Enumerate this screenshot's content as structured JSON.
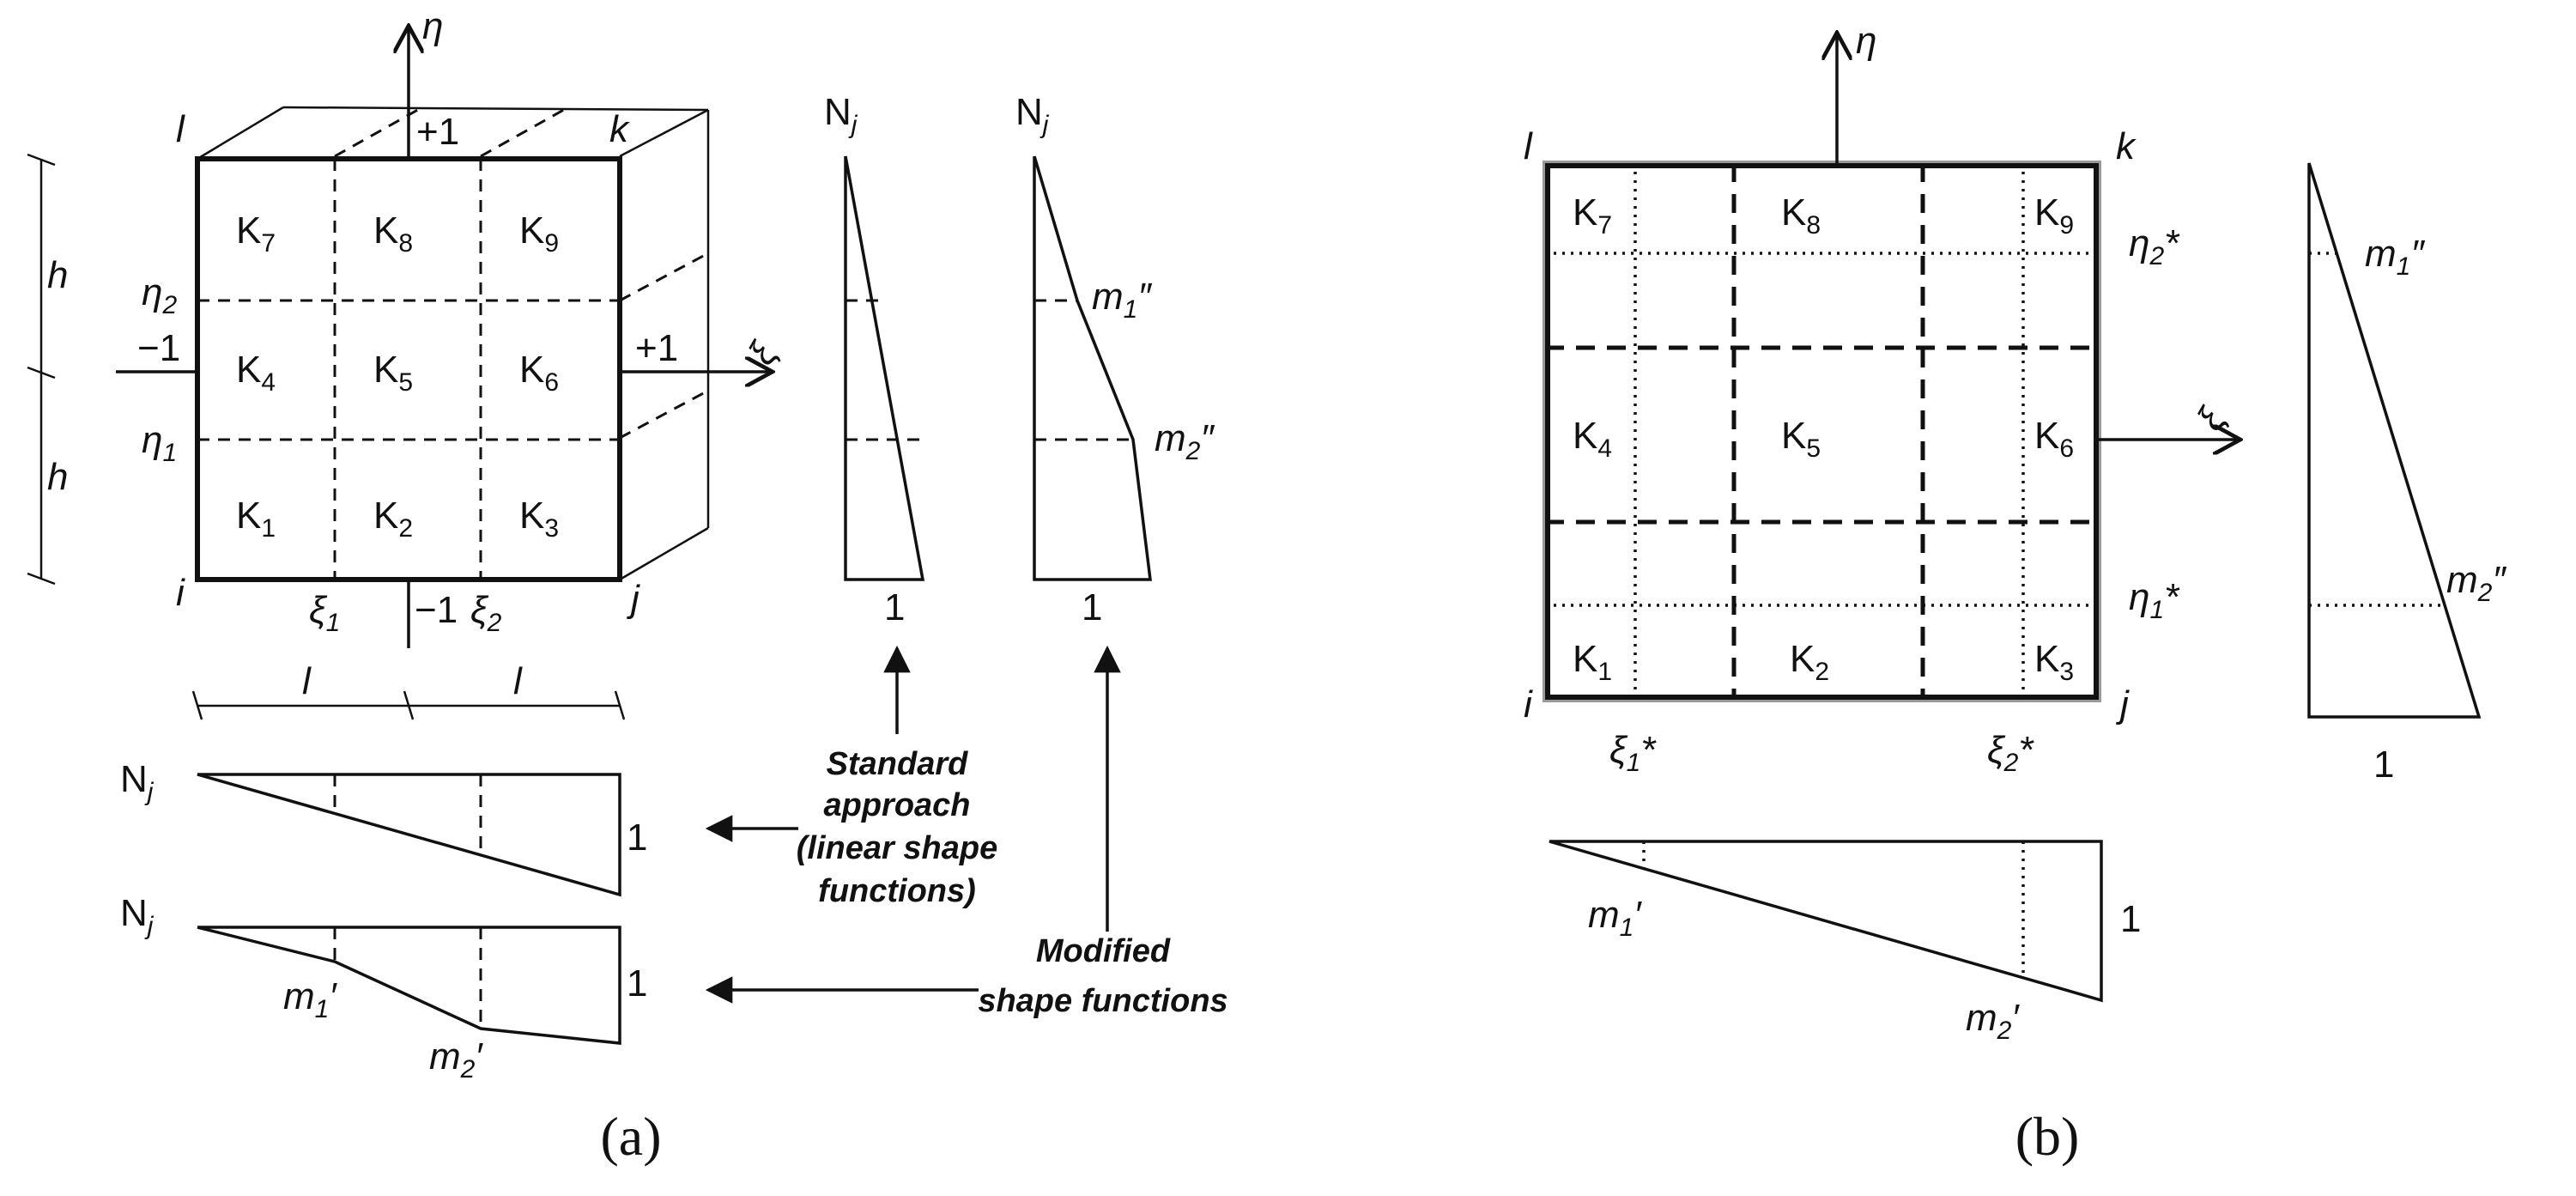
{
  "panel_a": {
    "caption": "(a)",
    "element": {
      "corners": {
        "l": "l",
        "k": "k",
        "i": "i",
        "j": "j"
      },
      "cells": [
        "K",
        "K",
        "K",
        "K",
        "K",
        "K",
        "K",
        "K",
        "K"
      ],
      "cell_subs": [
        "7",
        "8",
        "9",
        "4",
        "5",
        "6",
        "1",
        "2",
        "3"
      ],
      "axis_eta": "η",
      "axis_xi": "ξ",
      "ticks": {
        "top": "+1",
        "right": "+1",
        "left": "−1",
        "bottom": "−1"
      },
      "eta_lines": [
        "η",
        "η"
      ],
      "eta_subs": [
        "2",
        "1"
      ],
      "xi_lines": [
        "ξ",
        "ξ"
      ],
      "xi_subs": [
        "1",
        "2"
      ]
    },
    "dimensions": {
      "h_top": "h",
      "h_bottom": "h",
      "l_left": "l",
      "l_right": "l"
    },
    "shape_vertical": [
      {
        "label": "N",
        "label_sub": "j",
        "base": "1"
      },
      {
        "label": "N",
        "label_sub": "j",
        "base": "1",
        "m1": "m",
        "m1_sub": "1",
        "m1_prime": "″",
        "m2": "m",
        "m2_sub": "2",
        "m2_prime": "″"
      }
    ],
    "shape_horizontal": [
      {
        "label": "N",
        "label_sub": "j",
        "value": "1"
      },
      {
        "label": "N",
        "label_sub": "j",
        "value": "1",
        "m1": "m",
        "m1_sub": "1",
        "m1_prime": "′",
        "m2": "m",
        "m2_sub": "2",
        "m2_prime": "′"
      }
    ],
    "annotations": {
      "standard": [
        "Standard",
        "approach",
        "(linear shape",
        "functions)"
      ],
      "modified": [
        "Modified",
        "shape functions"
      ]
    }
  },
  "panel_b": {
    "caption": "(b)",
    "element": {
      "corners": {
        "l": "l",
        "k": "k",
        "i": "i",
        "j": "j"
      },
      "cells": [
        "K",
        "K",
        "K",
        "K",
        "K",
        "K",
        "K",
        "K",
        "K"
      ],
      "cell_subs": [
        "7",
        "8",
        "9",
        "4",
        "5",
        "6",
        "1",
        "2",
        "3"
      ],
      "axis_eta": "η",
      "axis_xi": "ξ",
      "eta_stars": [
        "η",
        "η"
      ],
      "eta_star_subs": [
        "2",
        "1"
      ],
      "xi_stars": [
        "ξ",
        "ξ"
      ],
      "xi_star_subs": [
        "1",
        "2"
      ],
      "star": "*"
    },
    "shape_vertical": {
      "base": "1",
      "m1": "m",
      "m1_sub": "1",
      "m1_prime": "″",
      "m2": "m",
      "m2_sub": "2",
      "m2_prime": "″"
    },
    "shape_horizontal": {
      "value": "1",
      "m1": "m",
      "m1_sub": "1",
      "m1_prime": "′",
      "m2": "m",
      "m2_sub": "2",
      "m2_prime": "′"
    }
  }
}
